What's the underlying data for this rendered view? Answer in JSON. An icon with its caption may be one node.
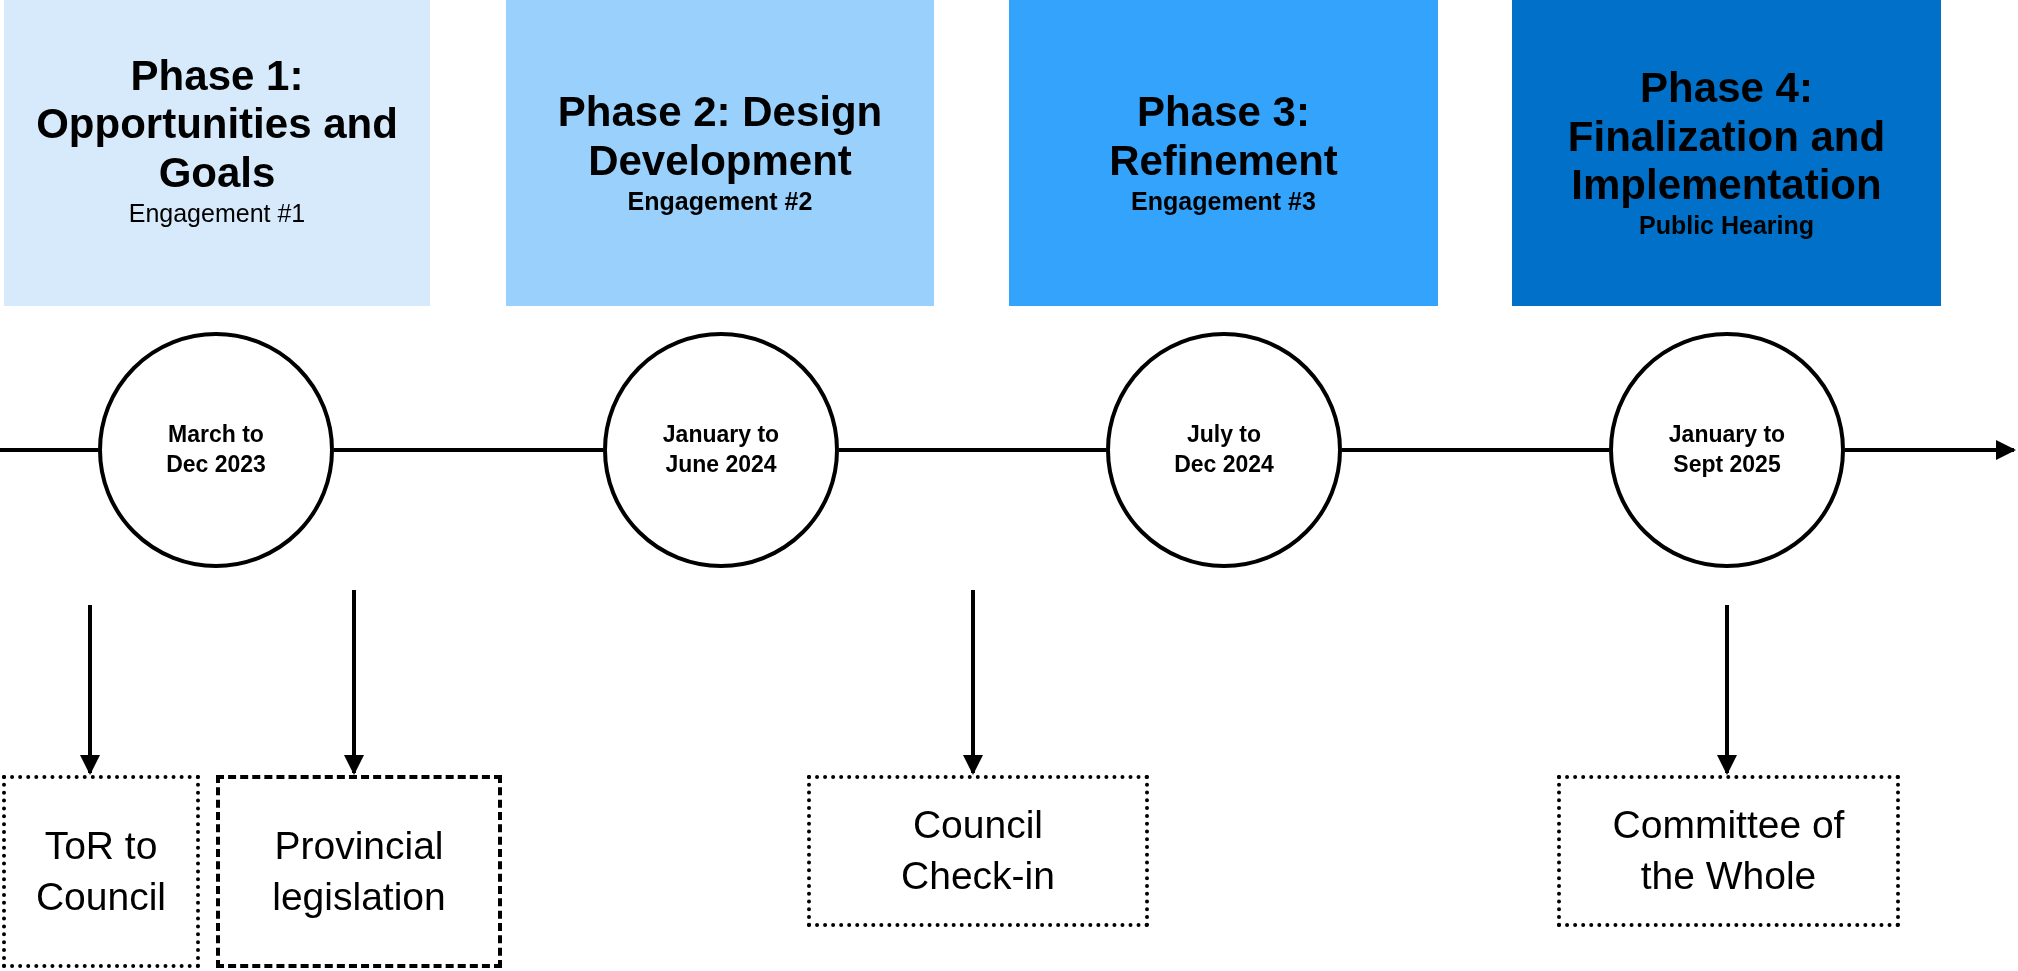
{
  "diagram": {
    "nodes": [
      {
        "text": [
          "Phase 1: Opportunities and Goals",
          "Engagement #1"
        ]
      },
      {
        "text": [
          "Phase 2: Design Development",
          "Engagement #2"
        ]
      },
      {
        "text": [
          "Phase 3: Refinement",
          "Engagement #3"
        ]
      },
      {
        "text": [
          "Phase 4: Finalization and Implementation",
          "Public Hearing"
        ]
      },
      {
        "text": [
          "March to Dec 2023"
        ]
      },
      {
        "text": [
          "January to June 2024"
        ]
      },
      {
        "text": [
          "July to Dec 2024"
        ]
      },
      {
        "text": [
          "January to Sept 2025"
        ]
      },
      {
        "text": [
          "ToR to Council"
        ]
      },
      {
        "text": [
          "Provincial legislation"
        ]
      },
      {
        "text": [
          "Council Check-in"
        ]
      },
      {
        "text": [
          "Committee of the Whole"
        ]
      }
    ],
    "edges": [
      {
        "from": null,
        "to": 4,
        "arrow": "none"
      },
      {
        "from": 4,
        "to": 5,
        "arrow": "none"
      },
      {
        "from": 5,
        "to": 6,
        "arrow": "none"
      },
      {
        "from": 6,
        "to": 7,
        "arrow": "none"
      },
      {
        "from": 7,
        "to": null,
        "arrow": "to"
      },
      {
        "from": null,
        "to": 8,
        "arrow": "to"
      },
      {
        "from": null,
        "to": 9,
        "arrow": "to"
      },
      {
        "from": null,
        "to": 10,
        "arrow": "to"
      },
      {
        "from": null,
        "to": 11,
        "arrow": "to"
      }
    ]
  }
}
